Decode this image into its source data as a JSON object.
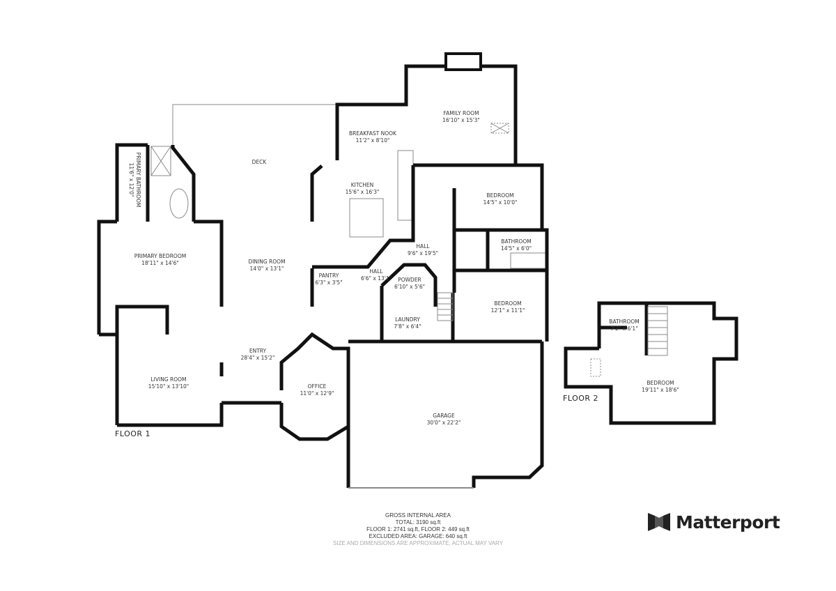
{
  "floor_labels": {
    "floor1": "FLOOR 1",
    "floor2": "FLOOR 2"
  },
  "rooms": [
    {
      "name": "FAMILY ROOM",
      "dims": "16'10\" x 15'3\""
    },
    {
      "name": "BREAKFAST NOOK",
      "dims": "11'2\" x 8'10\""
    },
    {
      "name": "DECK",
      "dims": ""
    },
    {
      "name": "KITCHEN",
      "dims": "15'6\" x 16'3\""
    },
    {
      "name": "BEDROOM",
      "dims": "14'5\" x 10'0\""
    },
    {
      "name": "PRIMARY BEDROOM",
      "dims": "18'11\" x 14'6\""
    },
    {
      "name": "DINING ROOM",
      "dims": "14'0\" x 13'1\""
    },
    {
      "name": "HALL",
      "dims": "9'6\" x 19'5\""
    },
    {
      "name": "BATHROOM",
      "dims": "14'5\" x 6'0\""
    },
    {
      "name": "PANTRY",
      "dims": "6'3\" x 3'5\""
    },
    {
      "name": "HALL",
      "dims": "6'6\" x 13'1\""
    },
    {
      "name": "POWDER",
      "dims": "6'10\" x 5'6\""
    },
    {
      "name": "BEDROOM",
      "dims": "12'1\" x 11'1\""
    },
    {
      "name": "LAUNDRY",
      "dims": "7'8\" x 6'4\""
    },
    {
      "name": "ENTRY",
      "dims": "28'4\" x 15'2\""
    },
    {
      "name": "LIVING ROOM",
      "dims": "15'10\" x 13'10\""
    },
    {
      "name": "OFFICE",
      "dims": "11'0\" x 12'9\""
    },
    {
      "name": "GARAGE",
      "dims": "30'0\" x 22'2\""
    },
    {
      "name": "BATHROOM",
      "dims": "7'2\" x 6'1\""
    },
    {
      "name": "BEDROOM",
      "dims": "19'11\" x 18'6\""
    },
    {
      "name": "PRIMARY BATHROOM",
      "dims": "11'6\" x 12'0\""
    }
  ],
  "area_summary": {
    "title": "GROSS INTERNAL AREA",
    "total": "TOTAL: 3190 sq.ft",
    "floors": "FLOOR 1: 2741 sq.ft, FLOOR 2: 449 sq.ft",
    "excluded": "EXCLUDED AREA: GARAGE: 640 sq.ft",
    "disclaimer": "SIZE AND DIMENSIONS ARE APPROXIMATE, ACTUAL MAY VARY"
  },
  "brand": {
    "name": "Matterport",
    "color": "#222222"
  }
}
